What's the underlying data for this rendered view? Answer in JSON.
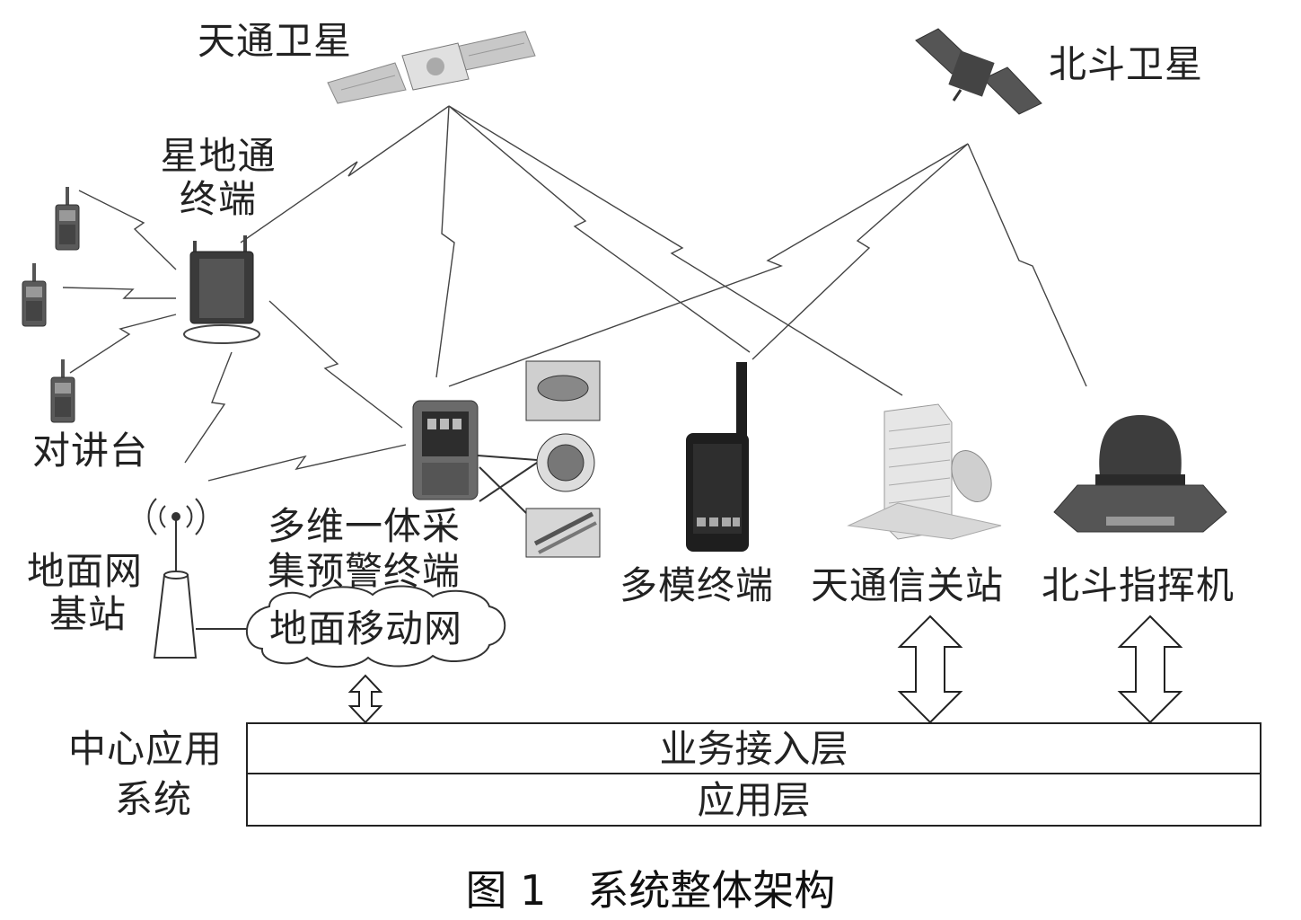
{
  "labels": {
    "tiantong_satellite": "天通卫星",
    "beidou_satellite": "北斗卫星",
    "satellite_ground_terminal_l1": "星地通",
    "satellite_ground_terminal_l2": "终端",
    "walkie_talkie": "对讲台",
    "ground_base_station_l1": "地面网",
    "ground_base_station_l2": "基站",
    "multidim_terminal_l1": "多维一体采",
    "multidim_terminal_l2": "集预警终端",
    "ground_mobile_network": "地面移动网",
    "multimode_terminal": "多模终端",
    "tiantong_gateway": "天通信关站",
    "beidou_commander": "北斗指挥机",
    "center_system_l1": "中心应用",
    "center_system_l2": "系统"
  },
  "layers": {
    "access_layer": "业务接入层",
    "application_layer": "应用层"
  },
  "caption": "图 1　系统整体架构"
}
